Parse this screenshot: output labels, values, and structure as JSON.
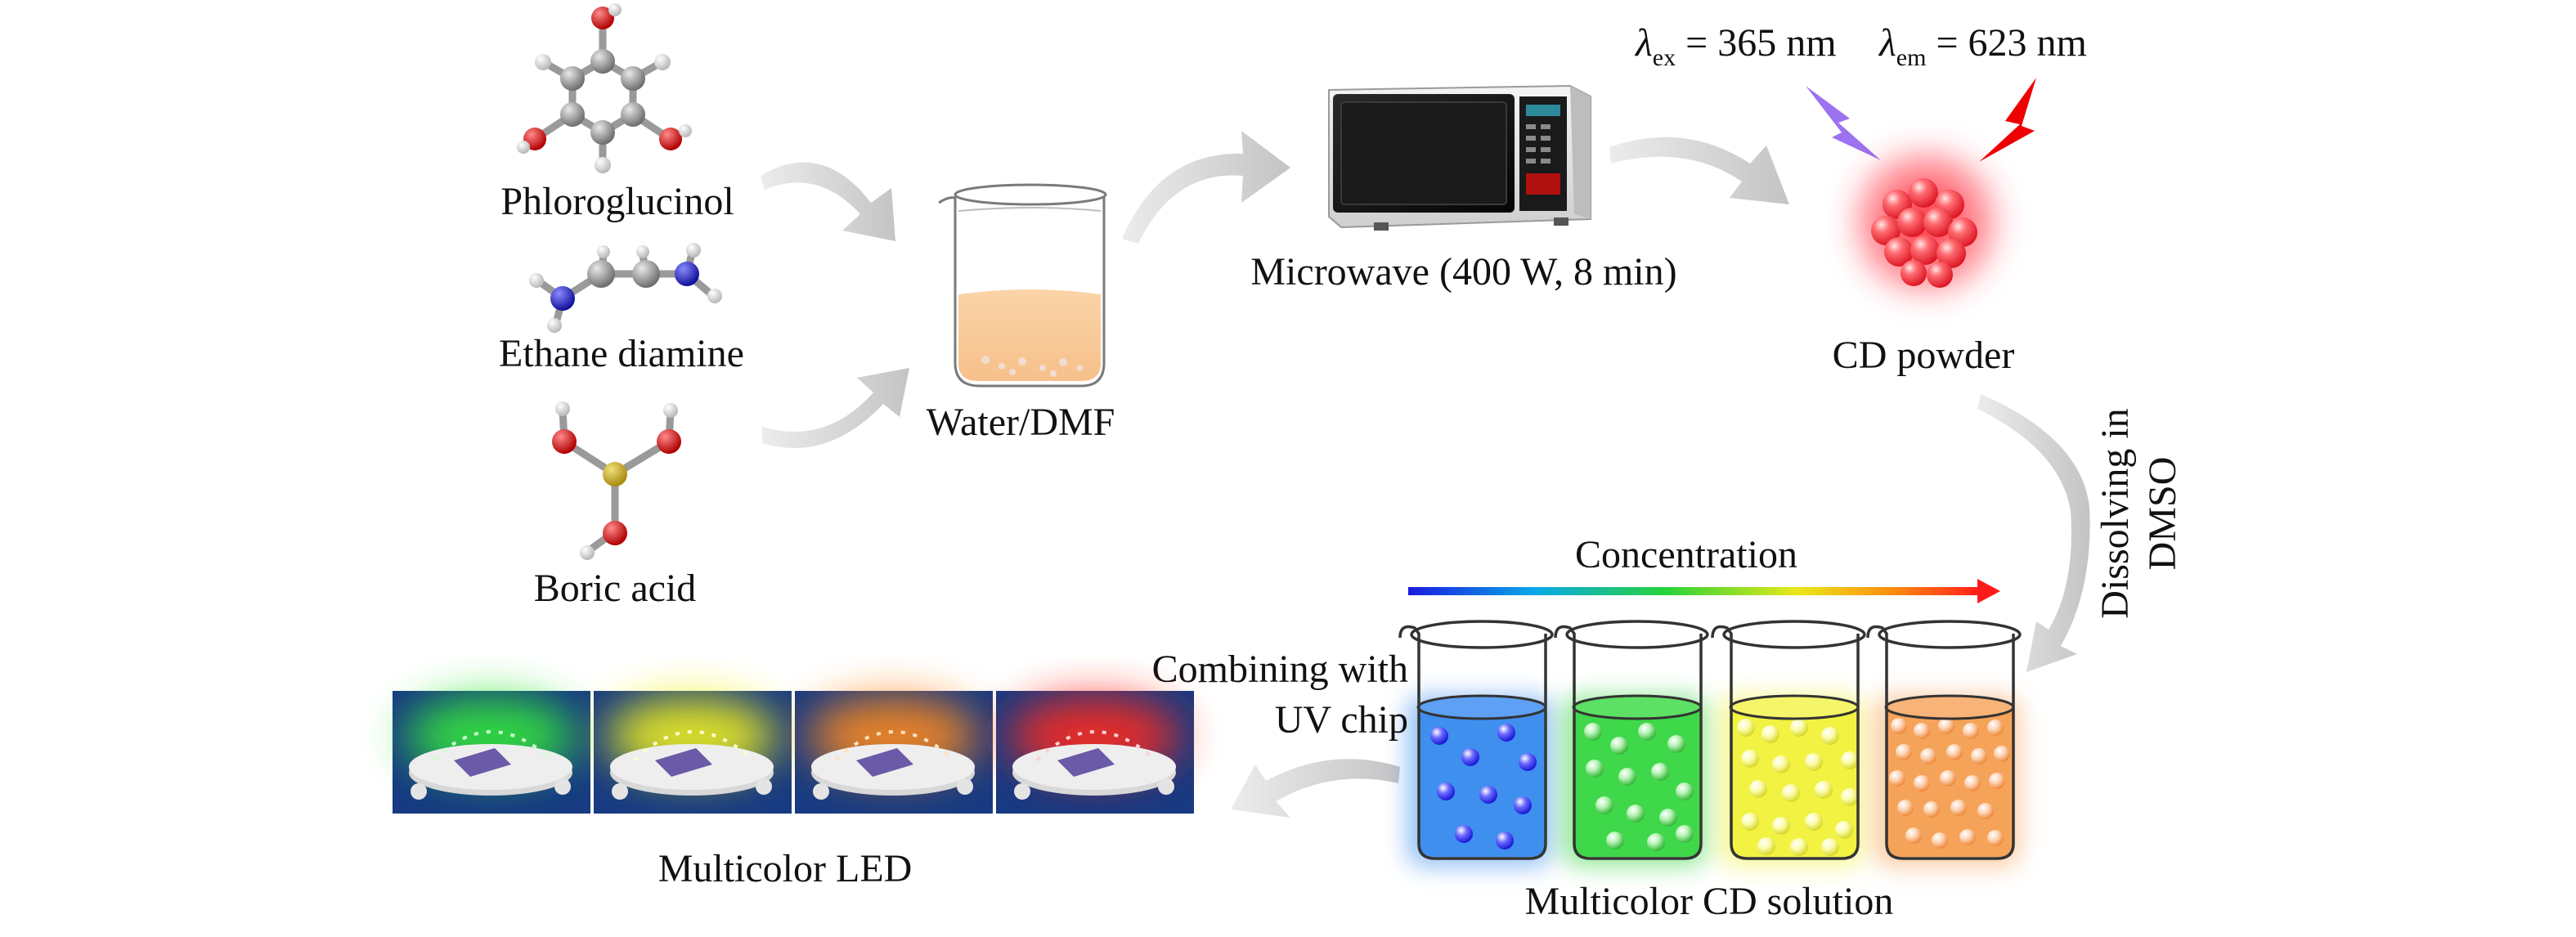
{
  "reagents": {
    "phloroglucinol": "Phloroglucinol",
    "ethane_diamine": "Ethane diamine",
    "boric_acid": "Boric acid"
  },
  "solvent_label": "Water/DMF",
  "microwave_label": "Microwave (400 W, 8 min)",
  "excitation": {
    "symbol": "λ",
    "sub": "ex",
    "value": " = 365 nm"
  },
  "emission": {
    "symbol": "λ",
    "sub": "em",
    "value": " = 623 nm"
  },
  "cd_powder_label": "CD powder",
  "dissolving": {
    "line1": "Dissolving in",
    "line2": "DMSO"
  },
  "concentration_label": "Concentration",
  "solution_label": "Multicolor CD solution",
  "combining": {
    "line1": "Combining with",
    "line2": "UV chip"
  },
  "led_label": "Multicolor LED",
  "colors": {
    "flow_arrow": "#d3d3d3",
    "excitation_bolt": "#9b72f0",
    "emission_bolt": "#ee0000",
    "cd_sphere": "#ff2a3a",
    "solution_blue": "#3f8fef",
    "solution_green": "#3ed84a",
    "solution_yellow": "#f2f243",
    "solution_orange": "#f6a35a",
    "led_panel": "#173a82",
    "led_glows": [
      "#35e83a",
      "#f2f21a",
      "#ff8a1a",
      "#ff2a1a"
    ]
  }
}
